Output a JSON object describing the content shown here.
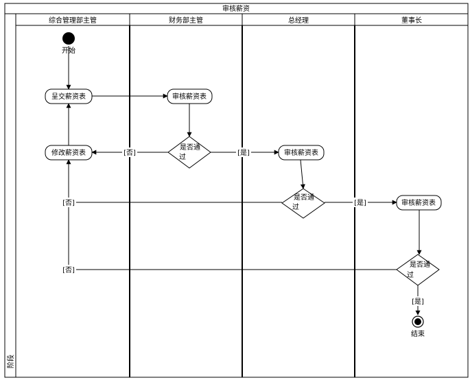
{
  "title": "审核薪资",
  "stage_label": "阶段",
  "lanes": [
    "综合管理部主管",
    "财务部主管",
    "总经理",
    "董事长"
  ],
  "nodes": {
    "start": "开始",
    "submit": "呈交薪资表",
    "review_finance": "审核薪资表",
    "decision1_line1": "是否通",
    "decision1_line2": "过",
    "modify": "修改薪资表",
    "review_gm": "审核薪资表",
    "decision2_line1": "是否通",
    "decision2_line2": "过",
    "review_chair": "审核薪资表",
    "decision3_line1": "是否通",
    "decision3_line2": "过",
    "end": "结束"
  },
  "edge_labels": {
    "d1_no": "[否]",
    "d1_yes": "[是]",
    "d2_no": "[否]",
    "d2_yes": "[是]",
    "d3_no": "[否]",
    "d3_yes": "[是]"
  }
}
